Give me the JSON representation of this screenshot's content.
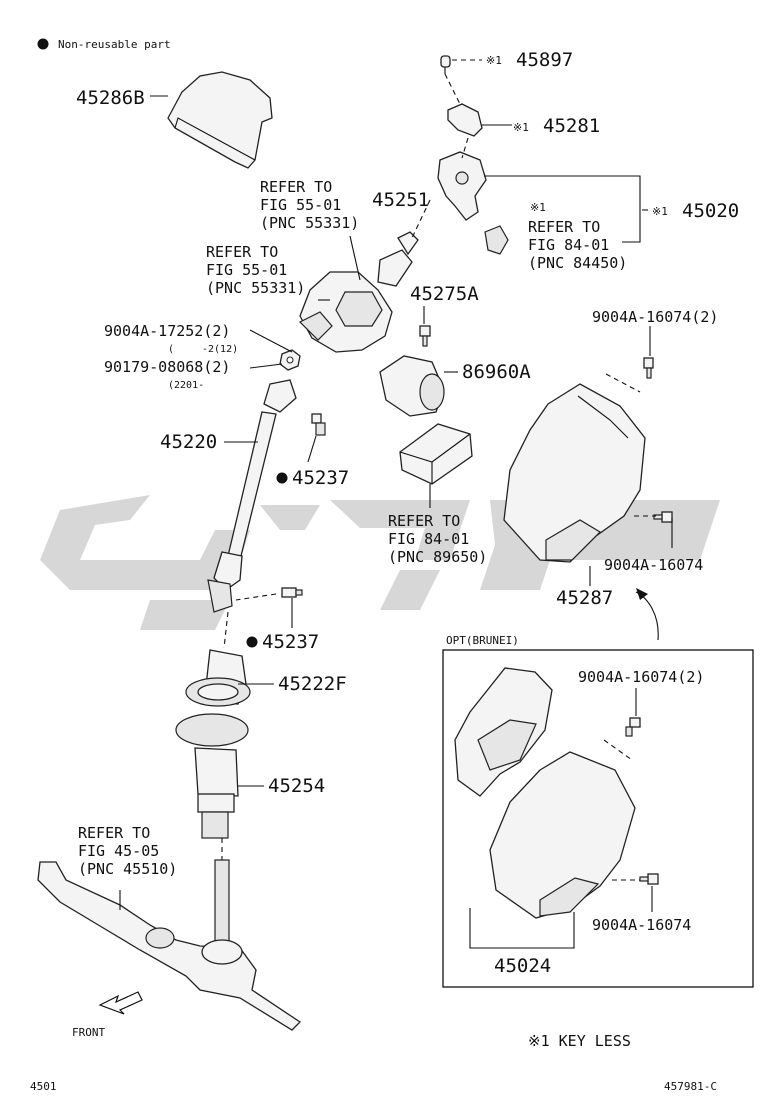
{
  "legend": {
    "non_reusable": "Non-reusable part",
    "keyless_note": "※1 KEY LESS"
  },
  "footer": {
    "left_code": "4501",
    "right_code": "457981-C"
  },
  "labels": {
    "p45286b": "45286B",
    "p45897": "45897",
    "p45281": "45281",
    "p45020": "45020",
    "mark45897": "※1",
    "mark45281": "※1",
    "mark45020": "※1",
    "p45251": "45251",
    "ref55_a_1": "REFER TO",
    "ref55_a_2": "FIG 55-01",
    "ref55_a_3": "(PNC 55331)",
    "ref55_b_1": "REFER TO",
    "ref55_b_2": "FIG 55-01",
    "ref55_b_3": "(PNC 55331)",
    "ref84a_mark": "※1",
    "ref84a_1": "REFER TO",
    "ref84a_2": "FIG 84-01",
    "ref84a_3": "(PNC 84450)",
    "p45275a": "45275A",
    "bolt1": "9004A-17252(2)",
    "bolt1_sub": "-2(12)",
    "nut1": "90179-08068(2)",
    "nut1_sub": "(2201-",
    "p86960a": "86960A",
    "screw_top": "9004A-16074(2)",
    "p45220": "45220",
    "p45237a": "45237",
    "p45237b": "45237",
    "ref84b_1": "REFER TO",
    "ref84b_2": "FIG 84-01",
    "ref84b_3": "(PNC 89650)",
    "screw_mid": "9004A-16074",
    "p45287": "45287",
    "opt_title": "OPT(BRUNEI)",
    "screw_opt_top": "9004A-16074(2)",
    "screw_opt_bot": "9004A-16074",
    "p45024": "45024",
    "p45222f": "45222F",
    "p45254": "45254",
    "ref45_1": "REFER TO",
    "ref45_2": "FIG 45-05",
    "ref45_3": "(PNC 45510)",
    "front": "FRONT"
  }
}
